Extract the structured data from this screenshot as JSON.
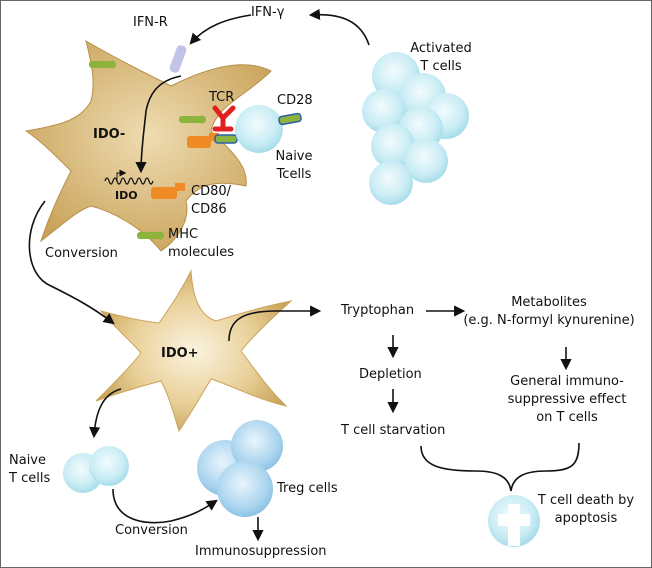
{
  "labels": {
    "ifn_gamma": "IFN-γ",
    "ifn_r": "IFN-R",
    "activated_t_cells": [
      "Activated",
      "T cells"
    ],
    "tcr": "TCR",
    "cd28": "CD28",
    "ido_minus": "IDO-",
    "naive_tcells_top": [
      "Naive",
      "Tcells"
    ],
    "ido_gene": "IDO",
    "cd80_cd86": [
      "CD80/",
      "CD86"
    ],
    "mhc_molecules": [
      "MHC",
      "molecules"
    ],
    "conversion_top": "Conversion",
    "ido_plus": "IDO+",
    "tryptophan": "Tryptophan",
    "metabolites": [
      "Metabolites",
      "(e.g. N-formyl kynurenine)"
    ],
    "depletion": "Depletion",
    "general_effect": [
      "General immuno-",
      "suppressive effect",
      "on T cells"
    ],
    "t_cell_starvation": "T cell starvation",
    "naive_t_cells_bottom": [
      "Naive",
      "T cells"
    ],
    "treg_cells": "Treg cells",
    "t_cell_death": [
      "T cell death by",
      "apoptosis"
    ],
    "conversion_bottom": "Conversion",
    "immunosuppression": "Immunosuppression"
  },
  "colors": {
    "dendritic_cell": "#e2c48a",
    "dendritic_cell_dark": "#c9a35a",
    "t_cell": "#c8ecf4",
    "t_cell_edge": "#a6dcea",
    "treg_cell": "#a9d4ee",
    "receptor_green": "#8cb43c",
    "receptor_orange": "#f08a24",
    "tcr_red": "#e02020",
    "ifn_r_lavender": "#c3c3ea",
    "arrow": "#111111"
  }
}
